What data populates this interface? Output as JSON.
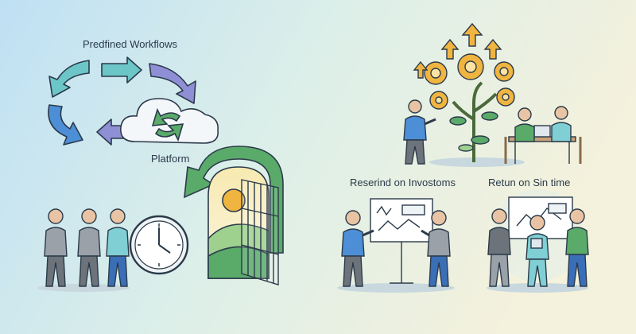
{
  "labels": {
    "workflows": "Predfined Workflows",
    "platform": "Platform",
    "research": "Reserind on Invostoms",
    "return": "Retun on Sin time"
  },
  "colors": {
    "bg_left": "#bfe0f4",
    "bg_right": "#f4f1dc",
    "teal": "#6cc6c8",
    "blue": "#4d8fd6",
    "purple": "#8f8fd6",
    "green": "#5aaa6a",
    "gold": "#f0b540",
    "outline": "#2b3a4a"
  },
  "icons": [
    "cycle-arrows-icon",
    "cloud-icon",
    "clock-icon",
    "gate-icon",
    "growth-tree-icon",
    "gear-icon",
    "arrow-up-icon",
    "whiteboard-icon"
  ]
}
